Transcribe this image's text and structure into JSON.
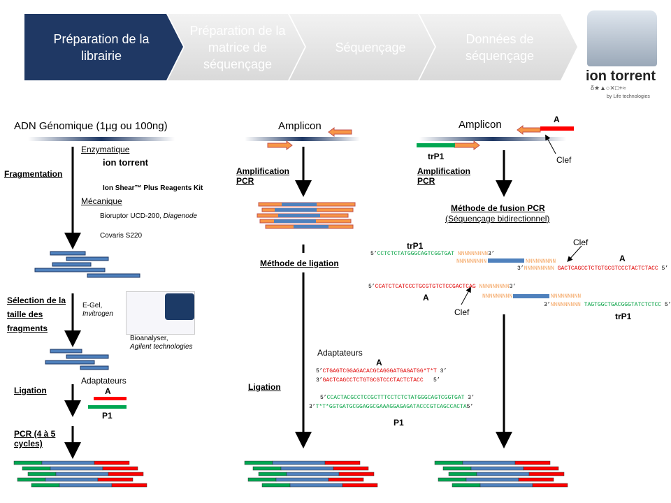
{
  "header": {
    "steps": [
      "Préparation de la librairie",
      "Préparation de la matrice de séquençage",
      "Séquençage",
      "Données de séquençage"
    ],
    "logo": "ion torrent",
    "logo_symbols": "δ★▲○✕□+≈",
    "logo_by": "by Life technologies"
  },
  "col1": {
    "title": "ADN Génomique (1µg ou 100ng)",
    "enzymatique": "Enzymatique",
    "kit_logo": "ion torrent",
    "kit": "Ion Shear™ Plus Reagents Kit",
    "mecanique": "Mécanique",
    "bioruptor": "Bioruptor UCD-200,",
    "diagenode": "Diagenode",
    "covaris": "Covaris S220",
    "fragmentation": "Fragmentation",
    "selection": "Sélection de la taille des fragments",
    "egel": "E-Gel,",
    "invitrogen": "Invitrogen",
    "bioanalyser": "Bioanalyser,",
    "agilent": "Agilent technologies",
    "ligation": "Ligation",
    "adaptateurs": "Adaptateurs",
    "A": "A",
    "P1": "P1",
    "pcr": "PCR (4 à 5 cycles)"
  },
  "col2": {
    "title": "Amplicon",
    "amplification": "Amplification PCR",
    "methode": "Méthode de ligation",
    "adaptateurs": "Adaptateurs",
    "A": "A",
    "P1": "P1",
    "ligation": "Ligation",
    "seqA1": "CTGAGTCGGAGACACGCAGGGATGAGATGG*T*T",
    "seqA2": "GACTCAGCCTCTGTGCGTCCCTACTCTACC",
    "seqP1a": "CCACTACGCCTCCGCTTTCCTCTCTATGGGCAGTCGGTGAT",
    "seqP1b": "T*T*GGTGATGCGGAGGCGAAAGGAGAGATACCCGTCAGCCACTA",
    "p5": "5’",
    "p3": "3’"
  },
  "col3": {
    "title": "Amplicon",
    "A": "A",
    "trP1": "trP1",
    "clef": "Clef",
    "amplification": "Amplification PCR",
    "methode": "Méthode de fusion PCR",
    "sub": "(Séquençage bidirectionnel)",
    "seq1": "CCTCTCTATGGGCAGTCGGTGAT",
    "seq2": "GACTCAGCCTCTGTGCGTCCCTACTCTACC",
    "seq3": "CCATCTCATCCCTGCGTGTCTCCGACTCAG",
    "seq4": "TAGTGGCTGACGGGTATCTCTCC",
    "nnn": "NNNNNNNNN",
    "p5": "5’",
    "p3": "3’"
  },
  "colors": {
    "navy": "#1f3864",
    "blue": "#4f81bd",
    "orange": "#f79646",
    "red": "#ff0000",
    "green": "#00a651"
  }
}
